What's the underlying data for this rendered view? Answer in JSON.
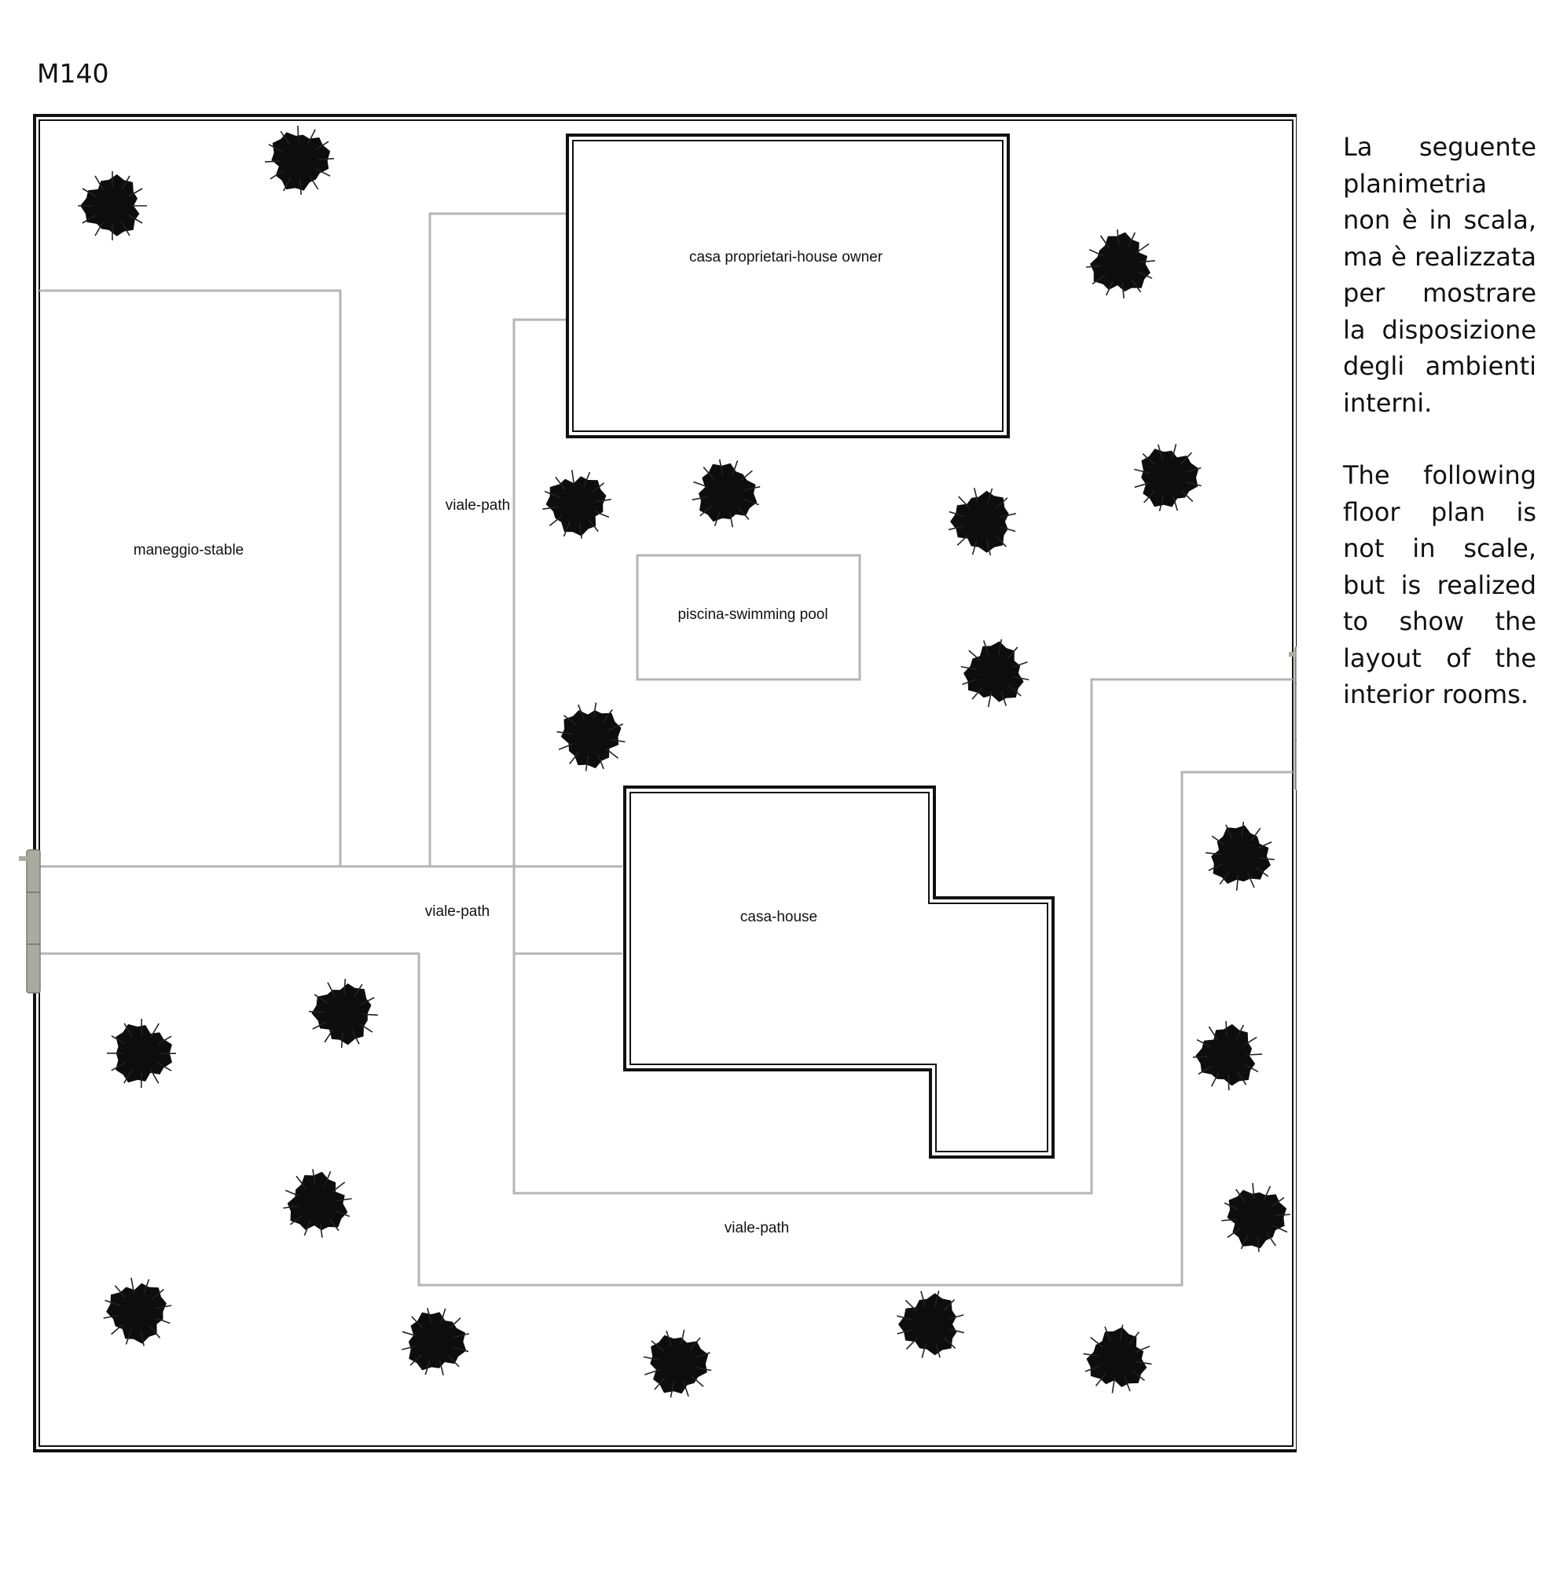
{
  "title": "M140",
  "note_it": "La seguente planimetria non è in scala, ma è realizzata per mostrare la disposizione degli ambienti interni.",
  "note_en": "The following floor plan is not in scale, but is realized to show the layout of the interior rooms.",
  "labels": {
    "owner_house": "casa proprietari-house owner",
    "stable": "maneggio-stable",
    "path_upper": "viale-path",
    "pool": "piscina-swimming pool",
    "path_middle": "viale-path",
    "house": "casa-house",
    "path_lower": "viale-path"
  },
  "colors": {
    "wall": "#111111",
    "path_line": "#b5b5b5",
    "gate": "#a9aba0",
    "tree": "#0d0d0d"
  },
  "icons": [
    "tree-icon",
    "gate-icon"
  ]
}
